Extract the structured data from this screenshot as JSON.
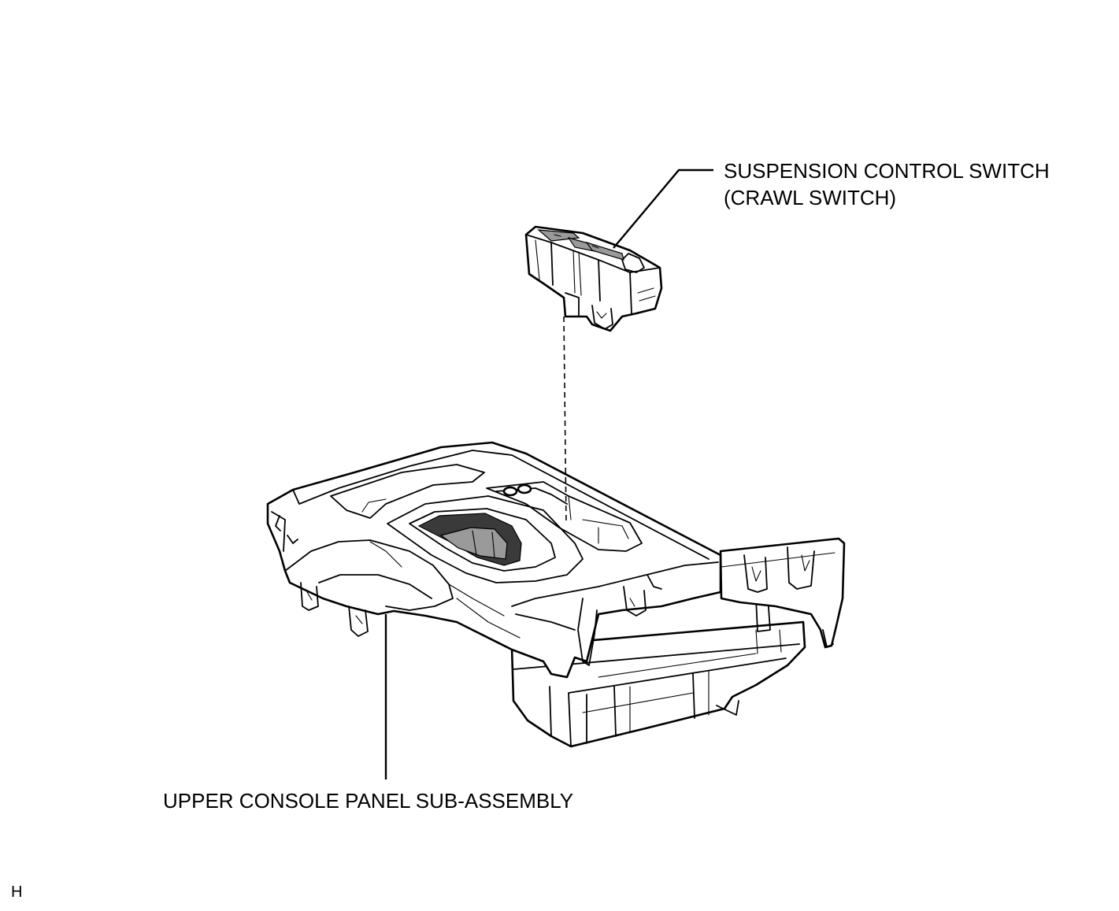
{
  "figure": {
    "callouts": [
      {
        "id": "suspension-control-switch",
        "lines": [
          "SUSPENSION CONTROL SWITCH",
          "(CRAWL SWITCH)"
        ]
      },
      {
        "id": "upper-console-panel",
        "lines": [
          "UPPER CONSOLE PANEL SUB-ASSEMBLY"
        ]
      }
    ],
    "figure_code": "H"
  }
}
